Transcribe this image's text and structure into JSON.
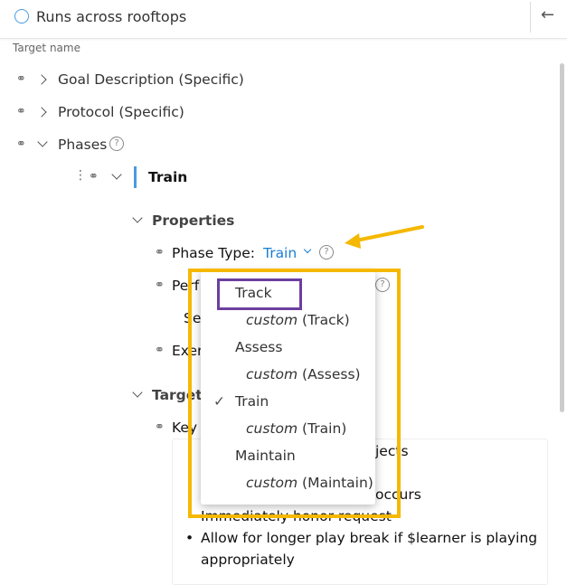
{
  "header": {
    "title": "Runs across rooftops",
    "icon": "crosshair-icon",
    "back_icon": "arrow-left-icon"
  },
  "section_label": "Target name",
  "tree": {
    "goal": "Goal Description (Specific)",
    "protocol": "Protocol (Specific)",
    "phases": "Phases",
    "phase": "Train",
    "properties": "Properties",
    "phase_type_label": "Phase Type:",
    "phase_type_value": "Train",
    "perf": "Perf",
    "ses": "Ses",
    "exer": "Exer",
    "target": "Target",
    "key": "Key"
  },
  "bullets": {
    "b1": "jects",
    "b3": "occurs",
    "b4": "Immediately honor request",
    "b5a": "Allow for longer play break if $learner is playing",
    "b5b": "appropriately"
  },
  "dropdown": {
    "options": [
      {
        "label": "Track",
        "custom": "custom",
        "paren": "(Track)"
      },
      {
        "label": "Assess",
        "custom": "custom",
        "paren": "(Assess)"
      },
      {
        "label": "Train",
        "custom": "custom",
        "paren": "(Train)",
        "selected": true
      },
      {
        "label": "Maintain",
        "custom": "custom",
        "paren": "(Maintain)"
      }
    ]
  },
  "colors": {
    "accent": "#1a7fd4",
    "highlight_yellow": "#f5b800",
    "highlight_purple": "#6b3fa0",
    "phase_bar": "#4a9be0"
  }
}
